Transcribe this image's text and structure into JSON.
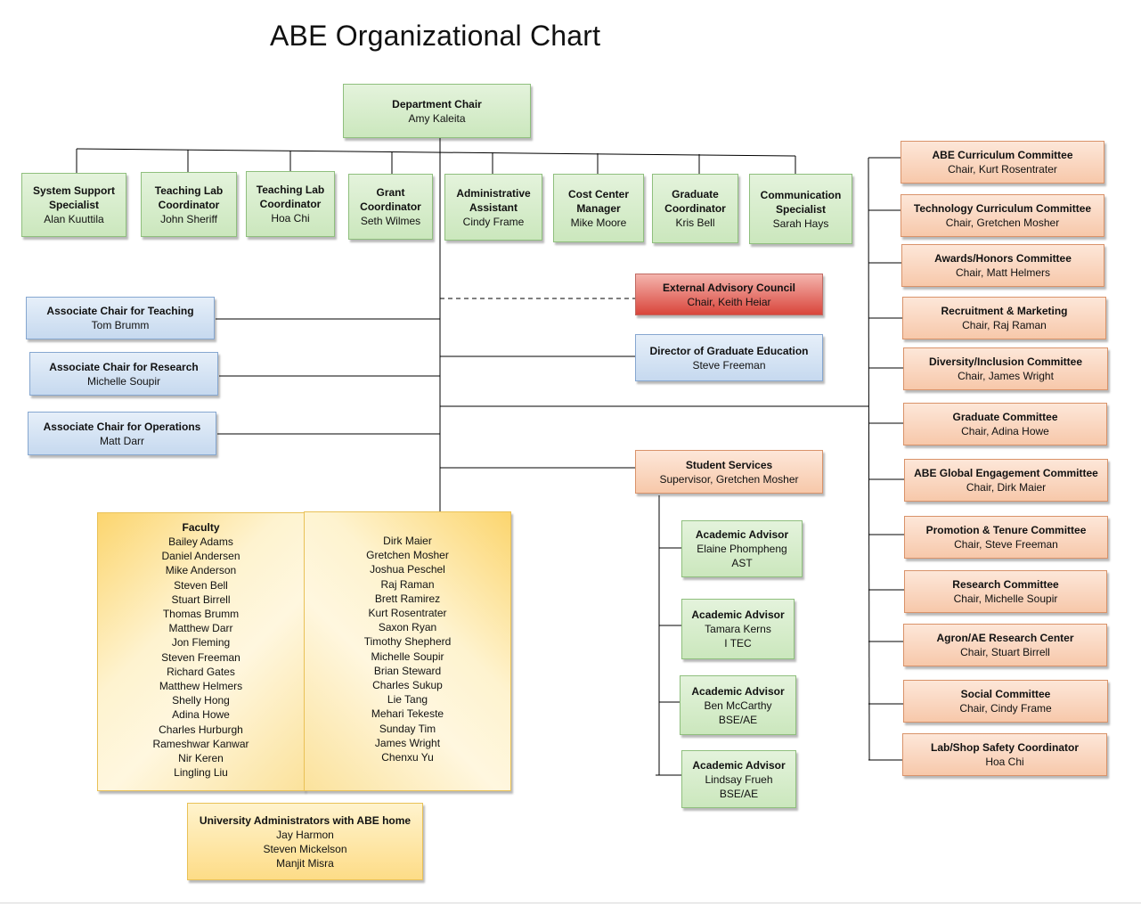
{
  "title": "ABE Organizational Chart",
  "colors": {
    "staff_green": "#cbe7bd",
    "associate_blue": "#c6d9ef",
    "advisory_red": "#d9453b",
    "committee_orange": "#f7c8aa",
    "faculty_yellow": "#fcd56e",
    "line": "#000000"
  },
  "chair": {
    "title": "Department Chair",
    "name": "Amy Kaleita"
  },
  "staff": [
    {
      "title": "System Support Specialist",
      "name": "Alan Kuuttila"
    },
    {
      "title": "Teaching Lab Coordinator",
      "name": "John Sheriff"
    },
    {
      "title": "Teaching Lab Coordinator",
      "name": "Hoa Chi"
    },
    {
      "title": "Grant Coordinator",
      "name": "Seth Wilmes"
    },
    {
      "title": "Administrative Assistant",
      "name": "Cindy Frame"
    },
    {
      "title": "Cost Center Manager",
      "name": "Mike Moore"
    },
    {
      "title": "Graduate Coordinator",
      "name": "Kris Bell"
    },
    {
      "title": "Communication Specialist",
      "name": "Sarah Hays"
    }
  ],
  "associate_chairs": [
    {
      "title": "Associate Chair for Teaching",
      "name": "Tom Brumm"
    },
    {
      "title": "Associate Chair for Research",
      "name": "Michelle Soupir"
    },
    {
      "title": "Associate Chair for Operations",
      "name": "Matt Darr"
    }
  ],
  "external_advisory": {
    "title": "External Advisory Council",
    "name": "Chair, Keith Heiar"
  },
  "grad_director": {
    "title": "Director of Graduate Education",
    "name": "Steve Freeman"
  },
  "student_services": {
    "title": "Student Services",
    "name": "Supervisor, Gretchen Mosher"
  },
  "advisors": [
    {
      "title": "Academic Advisor",
      "name": "Elaine Phompheng",
      "area": "AST"
    },
    {
      "title": "Academic Advisor",
      "name": "Tamara Kerns",
      "area": "I TEC"
    },
    {
      "title": "Academic Advisor",
      "name": "Ben McCarthy",
      "area": "BSE/AE"
    },
    {
      "title": "Academic Advisor",
      "name": "Lindsay Frueh",
      "area": "BSE/AE"
    }
  ],
  "faculty": {
    "title": "Faculty",
    "col1": [
      "Bailey Adams",
      "Daniel Andersen",
      "Mike Anderson",
      "Steven Bell",
      "Stuart Birrell",
      "Thomas Brumm",
      "Matthew Darr",
      "Jon Fleming",
      "Steven Freeman",
      "Richard Gates",
      "Matthew Helmers",
      "Shelly Hong",
      "Adina Howe",
      "Charles Hurburgh",
      "Rameshwar Kanwar",
      "Nir Keren",
      "Lingling Liu"
    ],
    "col2": [
      "Dirk Maier",
      "Gretchen Mosher",
      "Joshua Peschel",
      "Raj Raman",
      "Brett Ramirez",
      "Kurt Rosentrater",
      "Saxon Ryan",
      "Timothy Shepherd",
      "Michelle Soupir",
      "Brian Steward",
      "Charles Sukup",
      "Lie Tang",
      "Mehari Tekeste",
      "Sunday Tim",
      "James Wright",
      "Chenxu Yu"
    ]
  },
  "university_admins": {
    "title": "University Administrators with ABE home",
    "names": [
      "Jay Harmon",
      "Steven Mickelson",
      "Manjit Misra"
    ]
  },
  "committees": [
    {
      "title": "ABE Curriculum Committee",
      "name": "Chair, Kurt Rosentrater"
    },
    {
      "title": "Technology Curriculum Committee",
      "name": "Chair, Gretchen Mosher"
    },
    {
      "title": "Awards/Honors Committee",
      "name": "Chair, Matt Helmers"
    },
    {
      "title": "Recruitment & Marketing",
      "name": "Chair, Raj Raman"
    },
    {
      "title": "Diversity/Inclusion Committee",
      "name": "Chair, James Wright"
    },
    {
      "title": "Graduate Committee",
      "name": "Chair, Adina Howe"
    },
    {
      "title": "ABE Global Engagement Committee",
      "name": "Chair, Dirk Maier"
    },
    {
      "title": "Promotion & Tenure Committee",
      "name": "Chair, Steve Freeman"
    },
    {
      "title": "Research Committee",
      "name": "Chair, Michelle Soupir"
    },
    {
      "title": "Agron/AE Research Center",
      "name": "Chair, Stuart Birrell"
    },
    {
      "title": "Social Committee",
      "name": "Chair, Cindy Frame"
    },
    {
      "title": "Lab/Shop Safety Coordinator",
      "name": "Hoa Chi"
    }
  ]
}
